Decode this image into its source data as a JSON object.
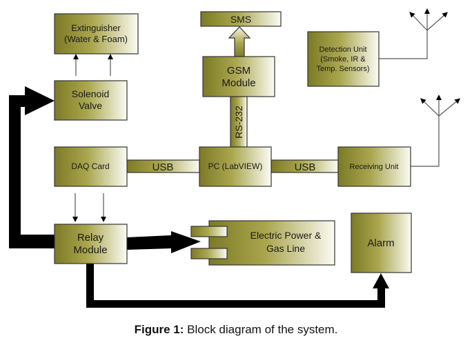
{
  "colors": {
    "block_dark": "#7d7a26",
    "block_light": "#fbfbf3",
    "arrow": "#000000",
    "line": "#555555"
  },
  "blocks": {
    "extinguisher": [
      "Extinguisher",
      "(Water & Foam)"
    ],
    "solenoid_valve": [
      "Solenoid",
      "Valve"
    ],
    "sms": [
      "SMS"
    ],
    "gsm_module": [
      "GSM",
      "Module"
    ],
    "detection_unit": [
      "Detection Unit",
      "(Smoke, IR &",
      "Temp. Sensors)"
    ],
    "daq_card": [
      "DAQ Card"
    ],
    "pc": [
      "PC (LabVIEW)"
    ],
    "receiving_unit": [
      "Receiving Unit"
    ],
    "relay_module": [
      "Relay",
      "Module"
    ],
    "electric_power": [
      "Electric Power &",
      "Gas Line"
    ],
    "alarm": [
      "Alarm"
    ]
  },
  "links": {
    "usb_left": "USB",
    "usb_right": "USB",
    "rs232": "RS-232"
  },
  "caption": {
    "label": "Figure 1:",
    "text": " Block diagram of the system."
  }
}
